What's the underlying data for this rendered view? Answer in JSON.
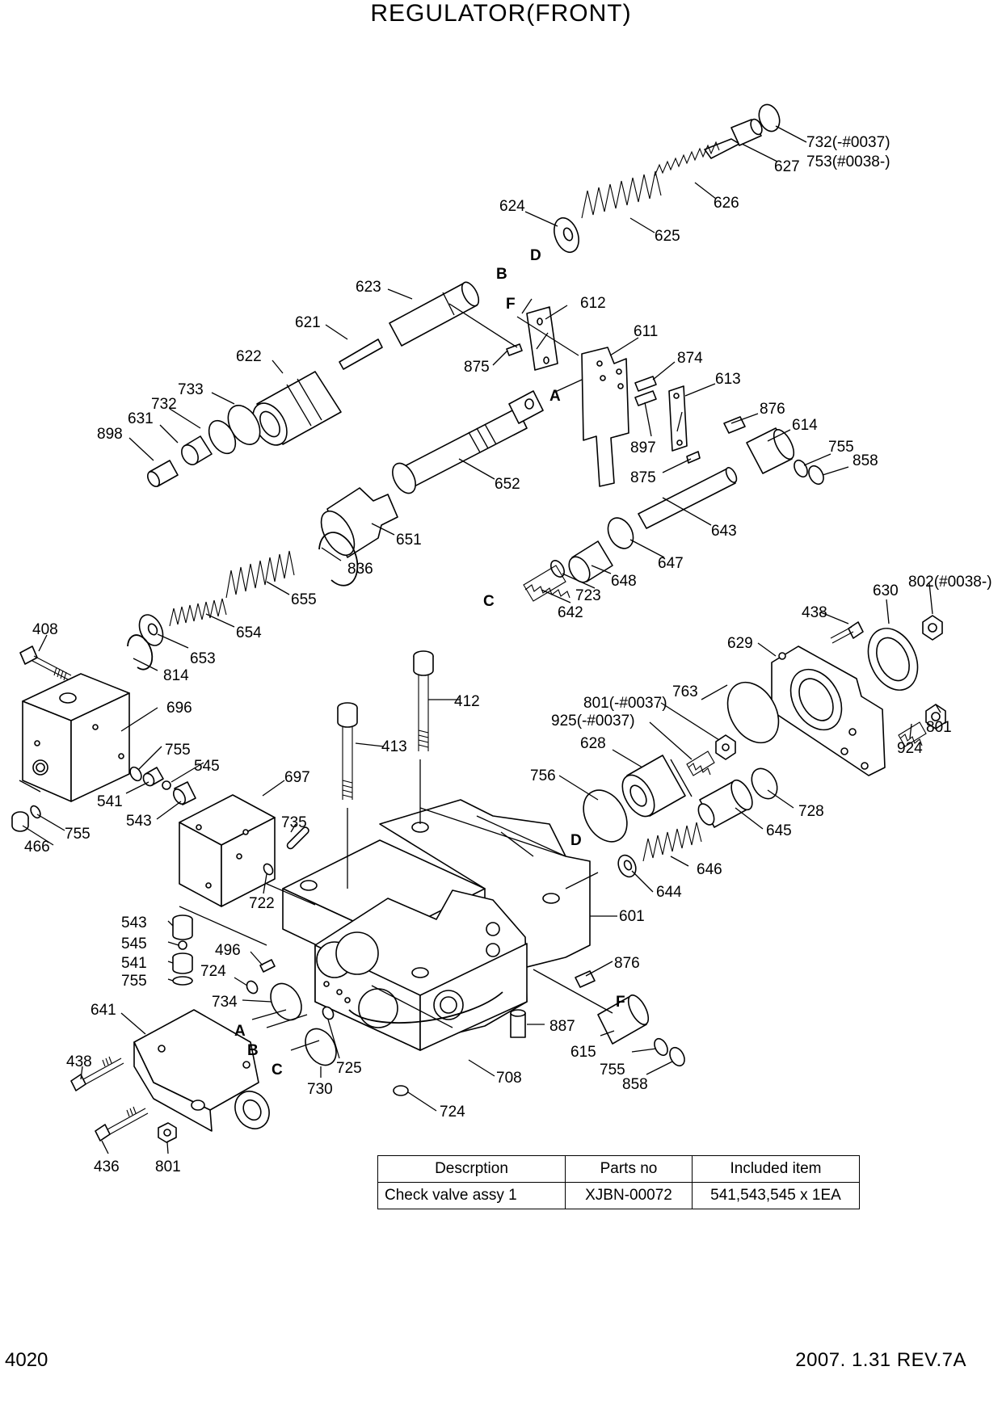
{
  "header": {
    "title": "REGULATOR(FRONT)"
  },
  "footer": {
    "page_number": "4020",
    "revision": "2007. 1.31  REV.7A"
  },
  "table": {
    "headers": [
      "Descrption",
      "Parts no",
      "Included item"
    ],
    "rows": [
      [
        "Check valve assy 1",
        "XJBN-00072",
        "541,543,545 x 1EA"
      ]
    ]
  },
  "callouts": [
    "732(-#0037)",
    "753(#0038-)",
    "627",
    "626",
    "624",
    "625",
    "623",
    "612",
    "621",
    "611",
    "622",
    "874",
    "733",
    "613",
    "732",
    "631",
    "876",
    "898",
    "614",
    "897",
    "755",
    "858",
    "875",
    "875",
    "652",
    "643",
    "651",
    "647",
    "836",
    "648",
    "723",
    "642",
    "655",
    "654",
    "653",
    "814",
    "408",
    "696",
    "438",
    "630",
    "802(#0038-)",
    "629",
    "412",
    "763",
    "801(-#0037)",
    "925(-#0037)",
    "801",
    "924",
    "628",
    "413",
    "755",
    "545",
    "541",
    "543",
    "697",
    "756",
    "728",
    "645",
    "735",
    "755",
    "466",
    "722",
    "646",
    "644",
    "601",
    "543",
    "545",
    "496",
    "541",
    "755",
    "724",
    "876",
    "734",
    "641",
    "887",
    "725",
    "615",
    "755",
    "858",
    "438",
    "730",
    "708",
    "724",
    "436",
    "801"
  ],
  "letters": [
    "B",
    "D",
    "F",
    "A",
    "C",
    "D",
    "A",
    "B",
    "C",
    "F"
  ]
}
